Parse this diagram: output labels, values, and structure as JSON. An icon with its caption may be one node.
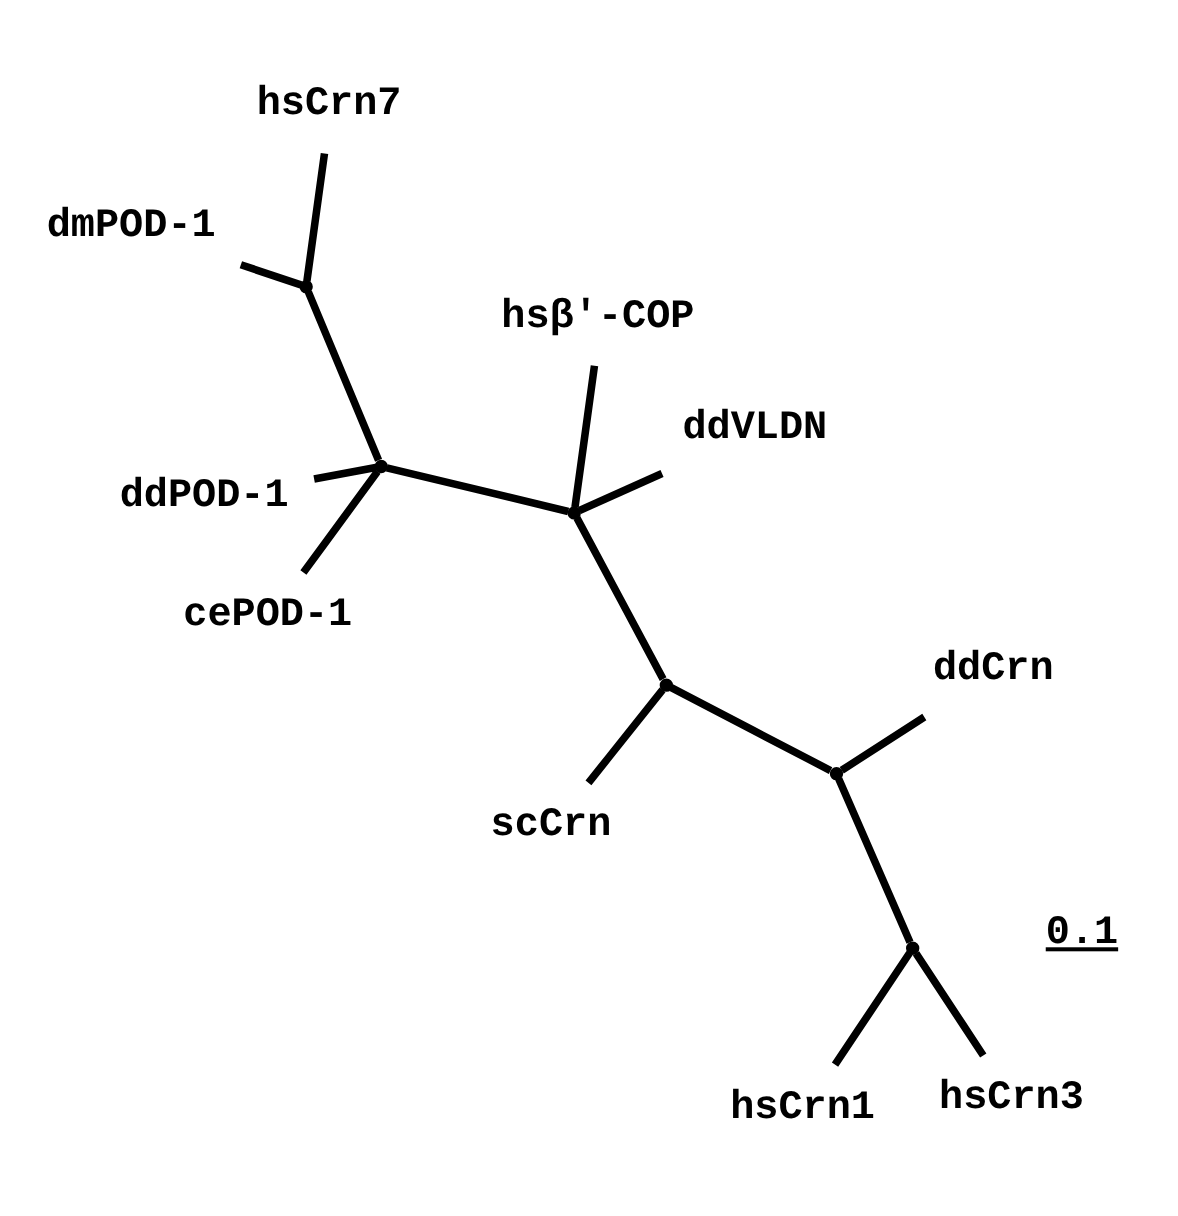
{
  "diagram": {
    "nodes": [
      {
        "text": [
          "ddPOD-1"
        ]
      },
      {
        "text": [
          "hsCrn7"
        ]
      },
      {
        "text": [
          "cePOD-1"
        ]
      },
      {
        "text": [
          "dmPOD-1"
        ]
      },
      {
        "text": [
          "ddVLDN"
        ]
      },
      {
        "text": [
          "hsβ'-COP"
        ]
      },
      {
        "text": [
          "scCrn"
        ]
      },
      {
        "text": [
          "ddCrn"
        ]
      },
      {
        "text": [
          "hsCrn1"
        ]
      },
      {
        "text": [
          "hsCrn3"
        ]
      },
      {
        "text": [],
        "shape": "point"
      },
      {
        "text": [],
        "shape": "point"
      },
      {
        "text": [],
        "shape": "point"
      },
      {
        "text": [],
        "shape": "point"
      },
      {
        "text": [],
        "shape": "point"
      },
      {
        "text": [],
        "shape": "point"
      }
    ],
    "edges": [
      {
        "from": 3,
        "to": 10,
        "arrow": "none"
      },
      {
        "from": 1,
        "to": 10,
        "arrow": "none"
      },
      {
        "from": 10,
        "to": 11,
        "arrow": "none"
      },
      {
        "from": 0,
        "to": 11,
        "arrow": "none"
      },
      {
        "from": 2,
        "to": 11,
        "arrow": "none"
      },
      {
        "from": 11,
        "to": 12,
        "arrow": "none"
      },
      {
        "from": 12,
        "to": 4,
        "arrow": "none"
      },
      {
        "from": 12,
        "to": 5,
        "arrow": "none"
      },
      {
        "from": 12,
        "to": 13,
        "arrow": "none"
      },
      {
        "from": 13,
        "to": 6,
        "arrow": "none"
      },
      {
        "from": 13,
        "to": 14,
        "arrow": "none"
      },
      {
        "from": 14,
        "to": 7,
        "arrow": "none"
      },
      {
        "from": 14,
        "to": 15,
        "arrow": "none"
      },
      {
        "from": 15,
        "to": 9,
        "arrow": "none"
      },
      {
        "from": 15,
        "to": 8,
        "arrow": "none"
      }
    ],
    "labels": [
      "0.1"
    ]
  }
}
